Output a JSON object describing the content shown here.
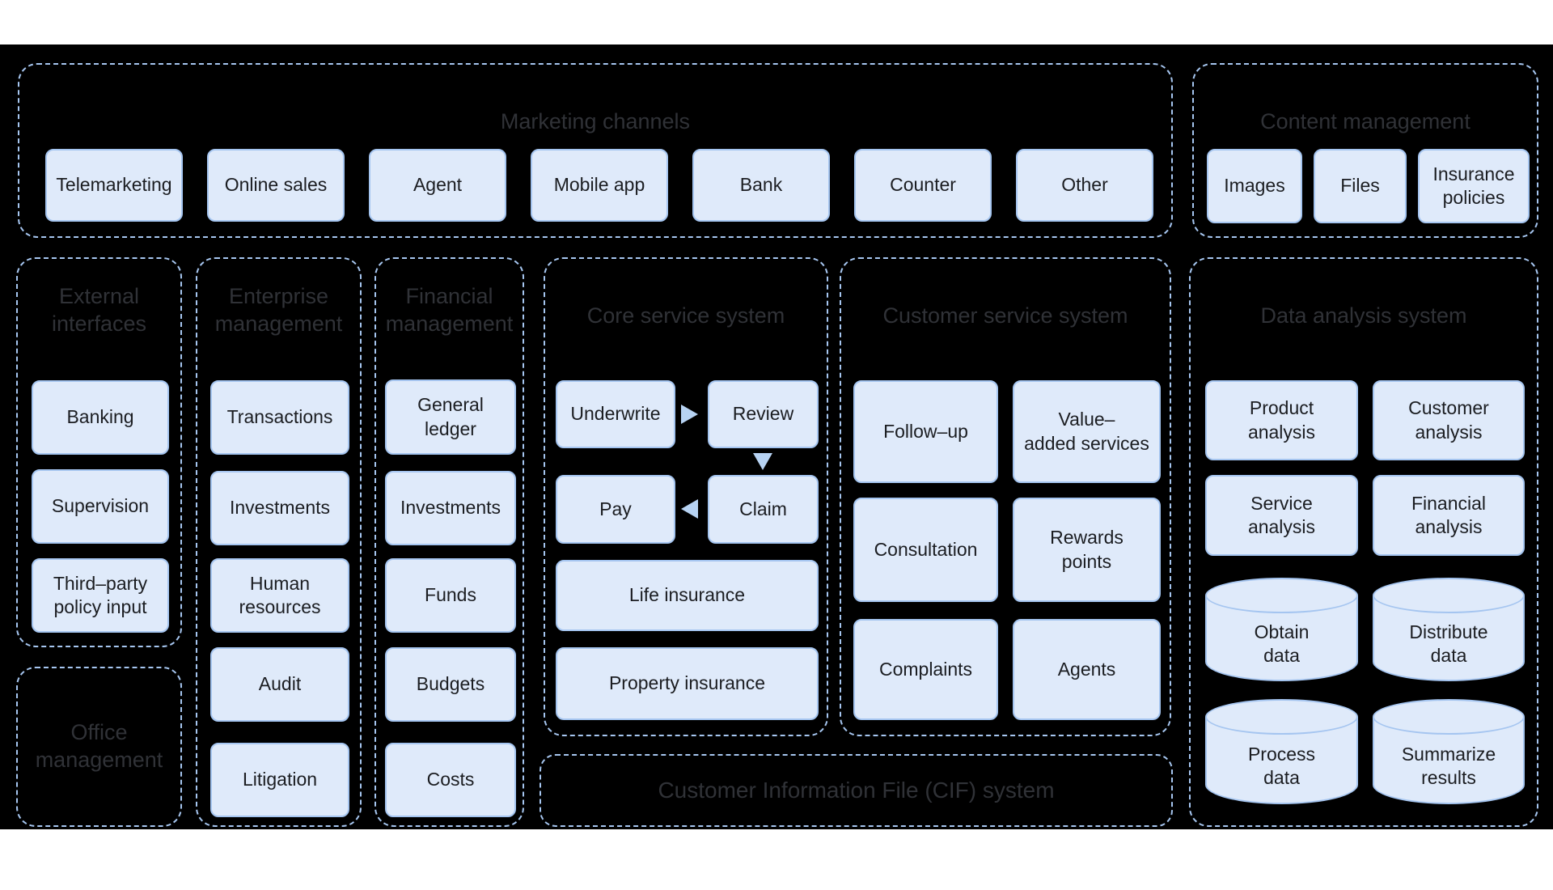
{
  "colors": {
    "page_background": "#ffffff",
    "diagram_background": "#000000",
    "container_dashed_border": "#a6c6f0",
    "node_fill": "#dfeafa",
    "node_border": "#a5c5f0",
    "node_text": "#1b1d21",
    "section_title_text": "#303237",
    "arrow_fill": "#b7d3f3"
  },
  "marketing": {
    "title": "Marketing channels",
    "items": [
      "Telemarketing",
      "Online sales",
      "Agent",
      "Mobile app",
      "Bank",
      "Counter",
      "Other"
    ]
  },
  "content_management": {
    "title": "Content management",
    "items": [
      "Images",
      "Files",
      "Insurance\npolicies"
    ]
  },
  "external_interfaces": {
    "title": "External\ninterfaces",
    "items": [
      "Banking",
      "Supervision",
      "Third–party\npolicy input"
    ]
  },
  "office_management": {
    "title": "Office\nmanagement"
  },
  "enterprise_management": {
    "title": "Enterprise\nmanagement",
    "items": [
      "Transactions",
      "Investments",
      "Human\nresources",
      "Audit",
      "Litigation"
    ]
  },
  "financial_management": {
    "title": "Financial\nmanagement",
    "items": [
      "General\nledger",
      "Investments",
      "Funds",
      "Budgets",
      "Costs"
    ]
  },
  "core_service": {
    "title": "Core service system",
    "flow": {
      "underwrite": "Underwrite",
      "review": "Review",
      "pay": "Pay",
      "claim": "Claim"
    },
    "wide_items": [
      "Life insurance",
      "Property insurance"
    ]
  },
  "customer_service": {
    "title": "Customer service system",
    "items": [
      "Follow–up",
      "Value–\nadded services",
      "Consultation",
      "Rewards\npoints",
      "Complaints",
      "Agents"
    ]
  },
  "data_analysis": {
    "title": "Data analysis system",
    "box_items": [
      "Product\nanalysis",
      "Customer\nanalysis",
      "Service\nanalysis",
      "Financial\nanalysis"
    ],
    "cylinder_items": [
      "Obtain\ndata",
      "Distribute\ndata",
      "Process\ndata",
      "Summarize\nresults"
    ]
  },
  "cif": {
    "title": "Customer Information File (CIF) system"
  }
}
